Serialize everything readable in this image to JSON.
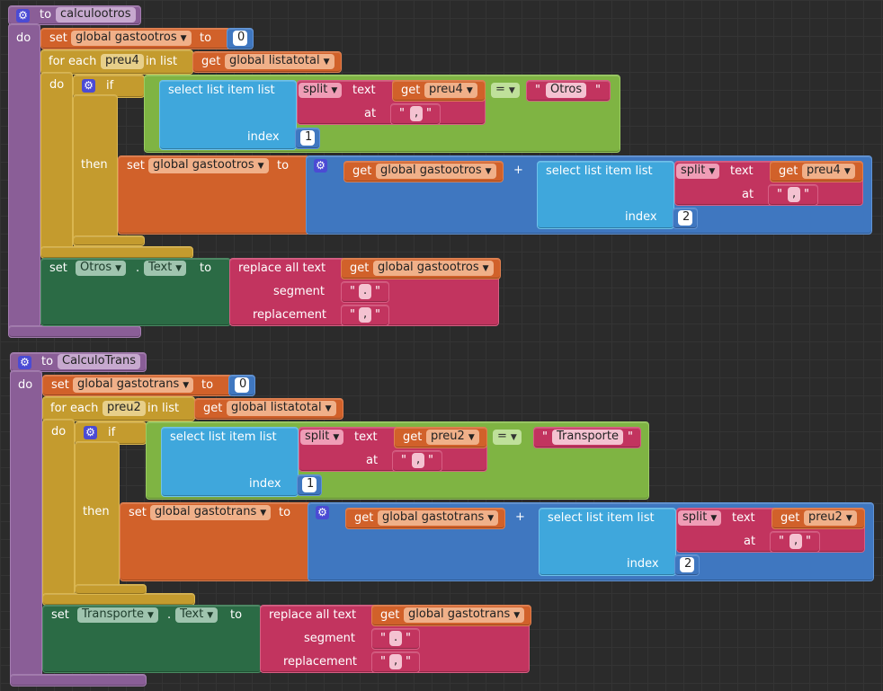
{
  "procs": [
    {
      "to": "to",
      "name": "calculootros",
      "do": "do",
      "set": "set",
      "var": "global gastootros",
      "to_kw": "to",
      "init": "0",
      "foreach": "for each",
      "item": "preu4",
      "inlist": "in list",
      "get": "get",
      "listvar": "global listatotal",
      "do2": "do",
      "if": "if",
      "select": "select list item  list",
      "split": "split",
      "text_kw": "text",
      "getitem": "preu4",
      "at": "at",
      "sep": ",",
      "eq": "=",
      "cmp": "Otros",
      "index": "index",
      "idx1": "1",
      "then": "then",
      "getvar": "global gastootros",
      "plus": "+",
      "idx2": "2",
      "comp": "Otros",
      "prop": "Text",
      "replace": "replace all text",
      "segment": "segment",
      "seg": ".",
      "replacement": "replacement",
      "rep": ","
    },
    {
      "to": "to",
      "name": "CalculoTrans",
      "do": "do",
      "set": "set",
      "var": "global gastotrans",
      "to_kw": "to",
      "init": "0",
      "foreach": "for each",
      "item": "preu2",
      "inlist": "in list",
      "get": "get",
      "listvar": "global listatotal",
      "do2": "do",
      "if": "if",
      "select": "select list item  list",
      "split": "split",
      "text_kw": "text",
      "getitem": "preu2",
      "at": "at",
      "sep": ",",
      "eq": "=",
      "cmp": "Transporte",
      "index": "index",
      "idx1": "1",
      "then": "then",
      "getvar": "global gastotrans",
      "plus": "+",
      "idx2": "2",
      "comp": "Transporte",
      "prop": "Text",
      "replace": "replace all text",
      "segment": "segment",
      "seg": ".",
      "replacement": "replacement",
      "rep": ","
    }
  ],
  "icons": {
    "gear": "gear-icon",
    "dropdown": "chevron-down-icon"
  }
}
